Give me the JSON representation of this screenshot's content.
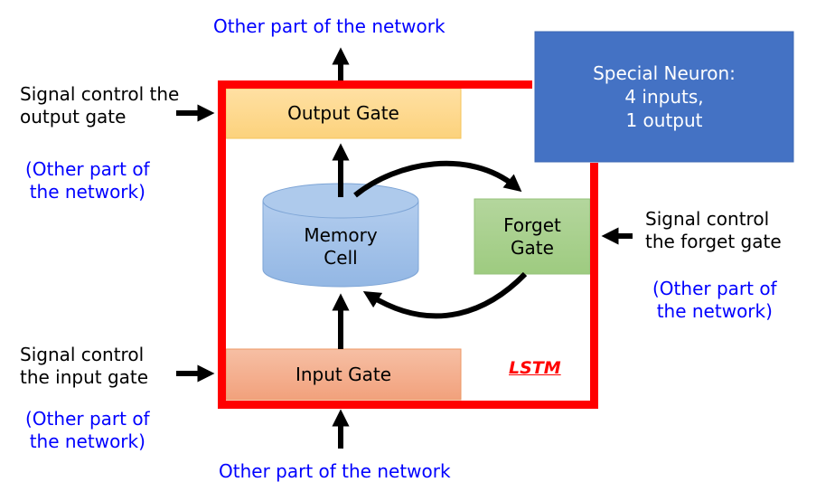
{
  "title": "LSTM special neuron diagram",
  "colors": {
    "frame": "#ff0000",
    "neuron_box": "#4472c4",
    "output_gate": "#fdd690",
    "input_gate": "#f4ad8c",
    "forget_gate": "#a9d08e",
    "memory_cell": "#a4c2e8",
    "link_text": "#0000ff",
    "arrow": "#000000"
  },
  "neuron": {
    "label": "Special Neuron:\n4 inputs,\n1 output"
  },
  "lstm_label": "LSTM",
  "gates": {
    "output": "Output Gate",
    "input": "Input Gate",
    "forget_line1": "Forget",
    "forget_line2": "Gate"
  },
  "memory_cell": {
    "line1": "Memory",
    "line2": "Cell"
  },
  "top_output": "Other part of the network",
  "bottom_input": "Other part of the network",
  "signals": {
    "output_gate": {
      "line1": "Signal control the",
      "line2": "output gate",
      "source_line1": "(Other part of",
      "source_line2": "the network)"
    },
    "input_gate": {
      "line1": "Signal control",
      "line2": "the input gate",
      "source_line1": "(Other part of",
      "source_line2": "the network)"
    },
    "forget_gate": {
      "line1": "Signal control",
      "line2": "the forget gate",
      "source_line1": "(Other part of",
      "source_line2": "the network)"
    }
  }
}
